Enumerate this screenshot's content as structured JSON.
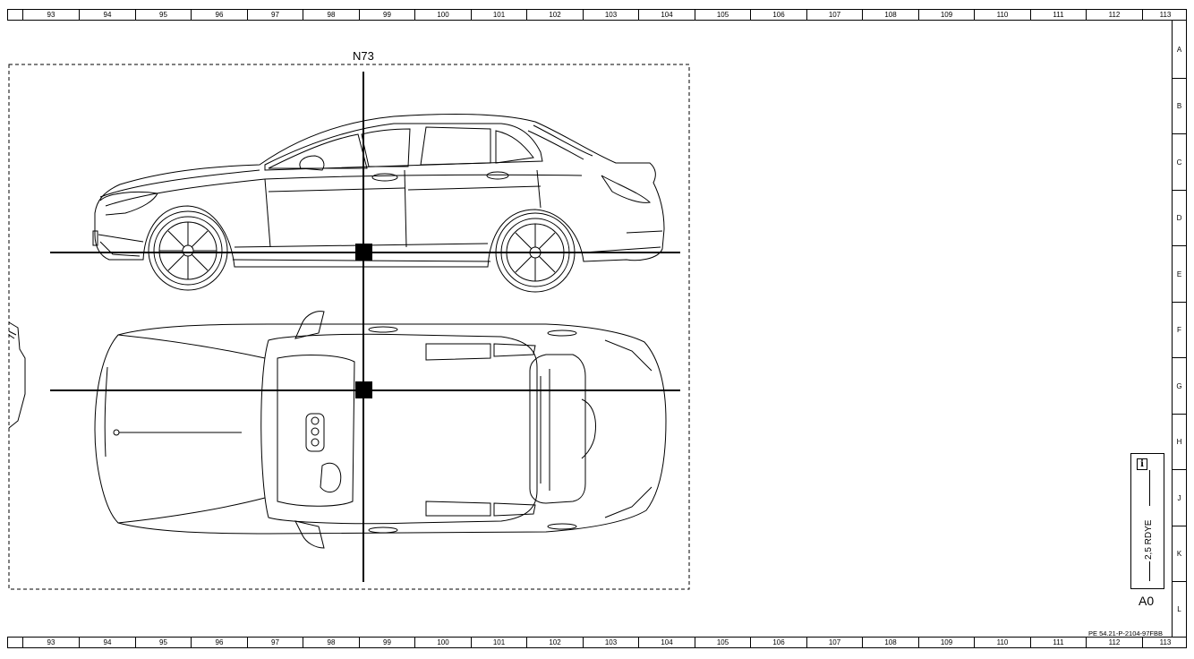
{
  "ruler": {
    "columns": [
      "93",
      "94",
      "95",
      "96",
      "97",
      "98",
      "99",
      "100",
      "101",
      "102",
      "103",
      "104",
      "105",
      "106",
      "107",
      "108",
      "109",
      "110",
      "111",
      "112",
      "113"
    ],
    "rows": [
      "A",
      "B",
      "C",
      "D",
      "E",
      "F",
      "G",
      "H",
      "J",
      "K",
      "L"
    ]
  },
  "component": {
    "label": "N73",
    "connector": "A0",
    "wire": "2,5 RDYE",
    "icon": "info-icon"
  },
  "views": [
    "side-view",
    "top-view"
  ],
  "footer": {
    "document_id": "PE 54.21-P-2104-97FBB"
  }
}
